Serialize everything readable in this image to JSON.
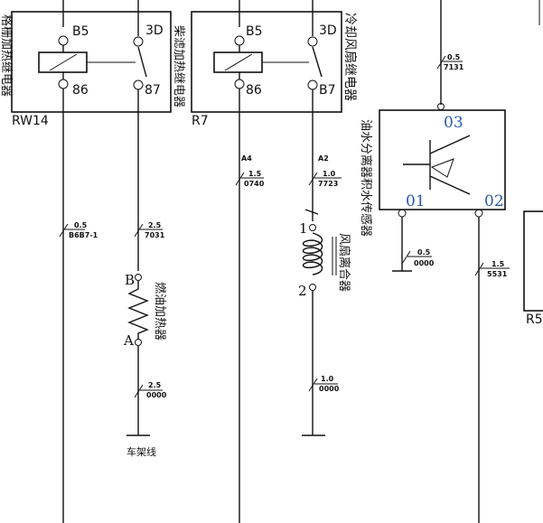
{
  "relays": [
    {
      "name": "格栅加热继电器",
      "ref": "RW14",
      "pins": [
        "B5",
        "3D",
        "86",
        "87"
      ]
    },
    {
      "name": "柴滤加热继电器",
      "ref": "R7",
      "pins": [
        "B5",
        "3D",
        "86",
        "B7"
      ]
    },
    {
      "name": "冷却风扇继电器"
    }
  ],
  "sensor": {
    "name": "油水分离器积水传感器",
    "pins": [
      "03",
      "01",
      "02"
    ]
  },
  "heater": {
    "name": "燃油加热器",
    "pins": [
      "B",
      "A"
    ]
  },
  "fan_clutch": {
    "name": "风扇离合器",
    "pins": [
      "1",
      "2"
    ]
  },
  "ground_label": "车架线",
  "right_ref": "R5",
  "connector_labels": [
    "A4",
    "A2"
  ],
  "wires": [
    {
      "gauge": "0.5",
      "code": "B6B7-1"
    },
    {
      "gauge": "2.5",
      "code": "7031"
    },
    {
      "gauge": "2.5",
      "code": "0000"
    },
    {
      "gauge": "1.5",
      "code": "0740"
    },
    {
      "gauge": "1.0",
      "code": "7723"
    },
    {
      "gauge": "1.0",
      "code": "0000"
    },
    {
      "gauge": "0.5",
      "code": "7131"
    },
    {
      "gauge": "0.5",
      "code": "0000"
    },
    {
      "gauge": "1.5",
      "code": "5531"
    }
  ]
}
